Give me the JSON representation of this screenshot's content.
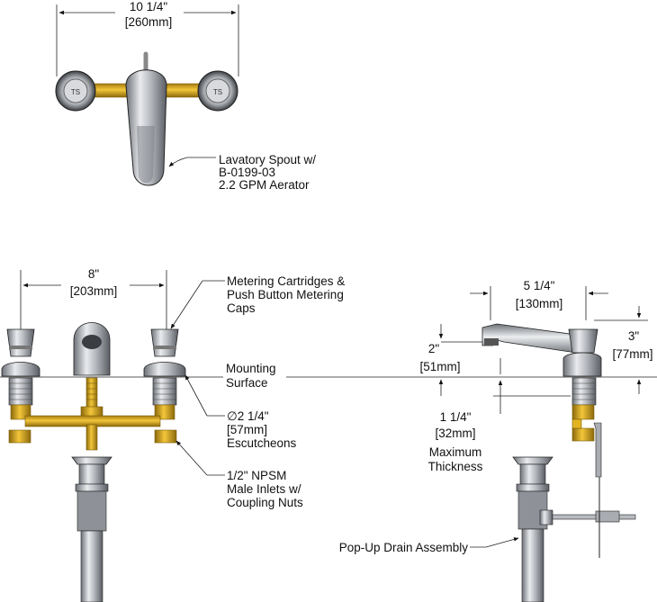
{
  "top_view": {
    "width_in": "10 1/4\"",
    "width_mm": "[260mm]",
    "spout_note": [
      "Lavatory Spout w/",
      "B-0199-03",
      "2.2 GPM Aerator"
    ]
  },
  "front_view": {
    "centers_in": "8\"",
    "centers_mm": "[203mm]",
    "cartridge_note": [
      "Metering Cartridges &",
      "Push Button Metering",
      "Caps"
    ],
    "mounting_note": [
      "Mounting",
      "Surface"
    ],
    "escutcheon_note": [
      "∅2 1/4\"",
      "[57mm]",
      "Escutcheons"
    ],
    "inlet_note": [
      "1/2\" NPSM",
      "Male Inlets w/",
      "Coupling Nuts"
    ],
    "drain_note": "Pop-Up Drain Assembly"
  },
  "side_view": {
    "reach_in": "5 1/4\"",
    "reach_mm": "[130mm]",
    "spout_height_in": "2\"",
    "spout_height_mm": "[51mm]",
    "overall_height_in": "3\"",
    "overall_height_mm": "[77mm]",
    "thickness_in": "1 1/4\"",
    "thickness_mm": "[32mm]",
    "thickness_note": [
      "Maximum",
      "Thickness"
    ]
  },
  "colors": {
    "chrome": "#a9acb1",
    "chrome_dark": "#5c6066",
    "brass": "#e2b321",
    "brass_dark": "#9c7511",
    "line": "#222222"
  }
}
